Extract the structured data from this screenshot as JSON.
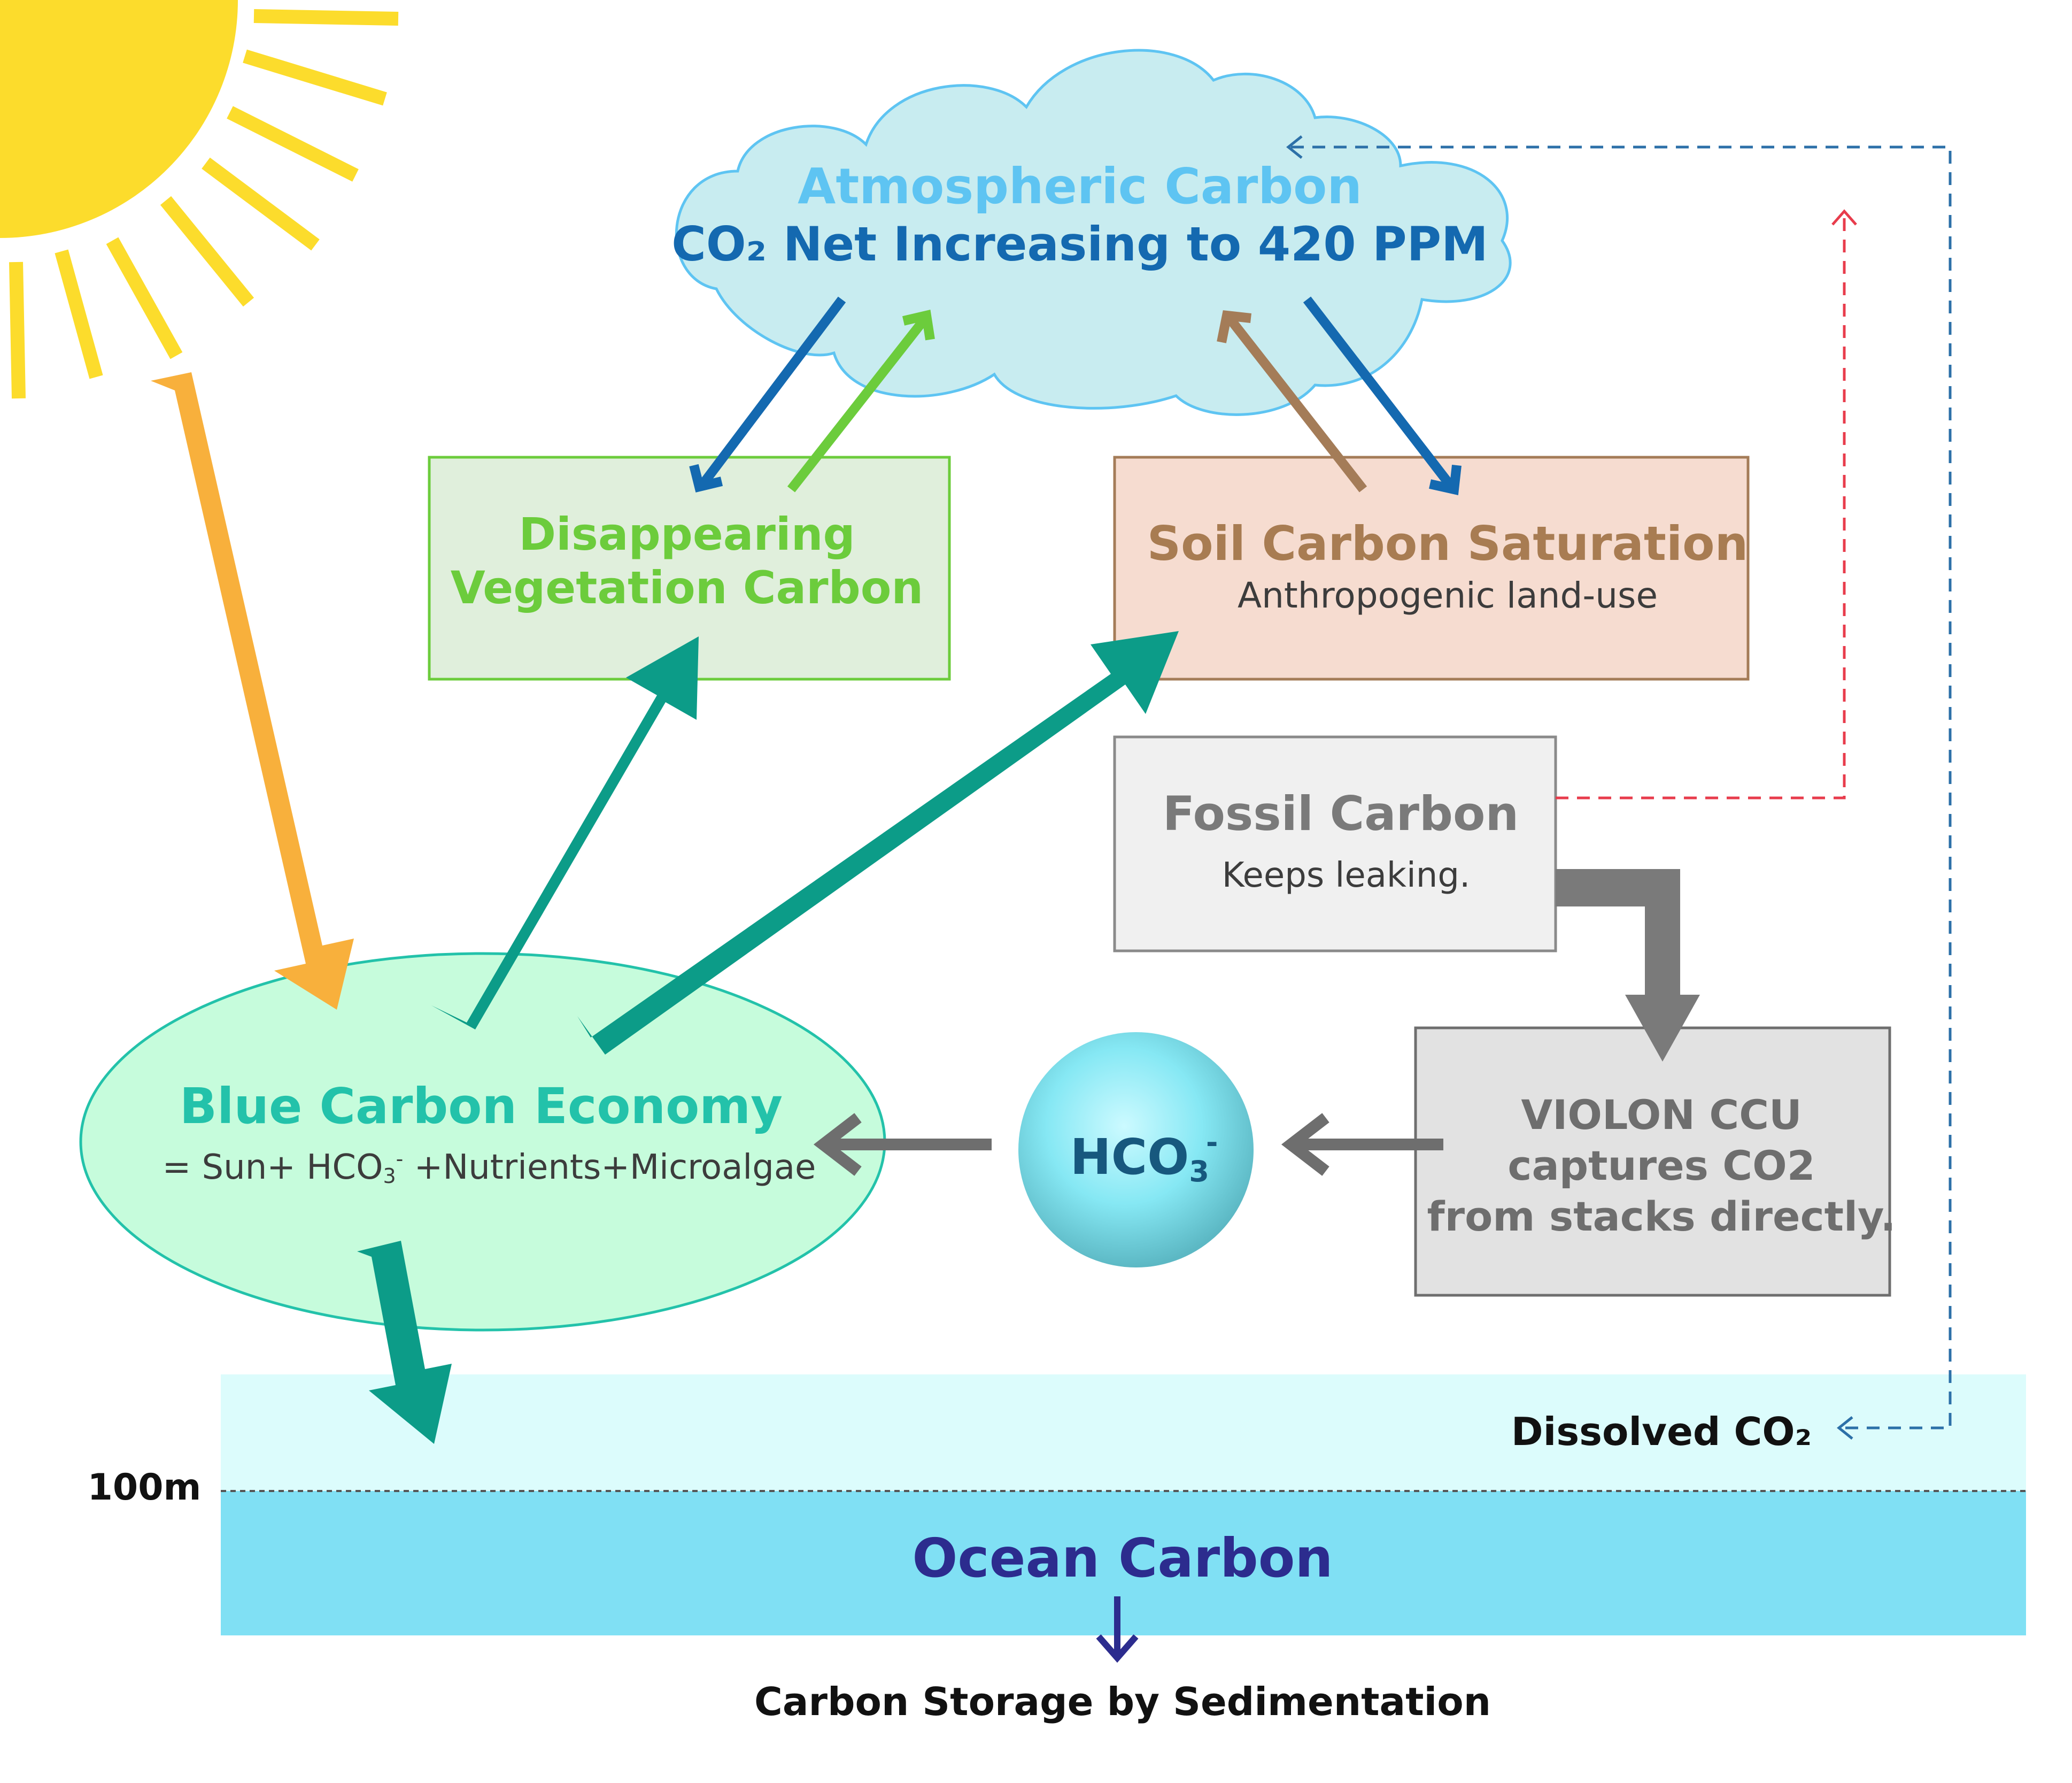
{
  "atmosphere": {
    "title": "Atmospheric Carbon",
    "subtitle": "CO₂ Net Increasing to 420 PPM"
  },
  "vegetation": {
    "line1": "Disappearing",
    "line2": "Vegetation Carbon"
  },
  "soil": {
    "title": "Soil Carbon Saturation",
    "subtitle": "Anthropogenic land-use"
  },
  "fossil": {
    "title": "Fossil Carbon",
    "subtitle": "Keeps leaking."
  },
  "violon": {
    "line1": "VIOLON CCU",
    "line2": "captures CO2",
    "line3": "from stacks directly."
  },
  "bicarbonate": {
    "base": "HCO",
    "subscript": "3",
    "superscript": "-"
  },
  "blue_carbon": {
    "title": "Blue Carbon Economy",
    "formula_prefix": "=  Sun+ HCO",
    "formula_sub": "3",
    "formula_sup": "-",
    "formula_suffix": " +Nutrients+Microalgae"
  },
  "ocean": {
    "dissolved_label": "Dissolved CO₂",
    "depth_label": "100m",
    "title": "Ocean Carbon",
    "storage_label": "Carbon Storage by Sedimentation"
  },
  "colors": {
    "sun": "#fcdc2c",
    "sunlight_arrow": "#f8b03c",
    "blue_carbon_arrows": "#0c9c88",
    "atmosphere_down_arrows": "#1469b0",
    "vegetation_release_arrow": "#6ccc3c",
    "soil_release_arrow": "#a47c58",
    "fossil_leak_dashed": "#e83c4c",
    "ocean_dissolve_dashed": "#2c70a8",
    "process_arrows": "#7a7a7a",
    "surface_ocean": "#dcfcfc",
    "deep_ocean": "#80e0f4"
  }
}
